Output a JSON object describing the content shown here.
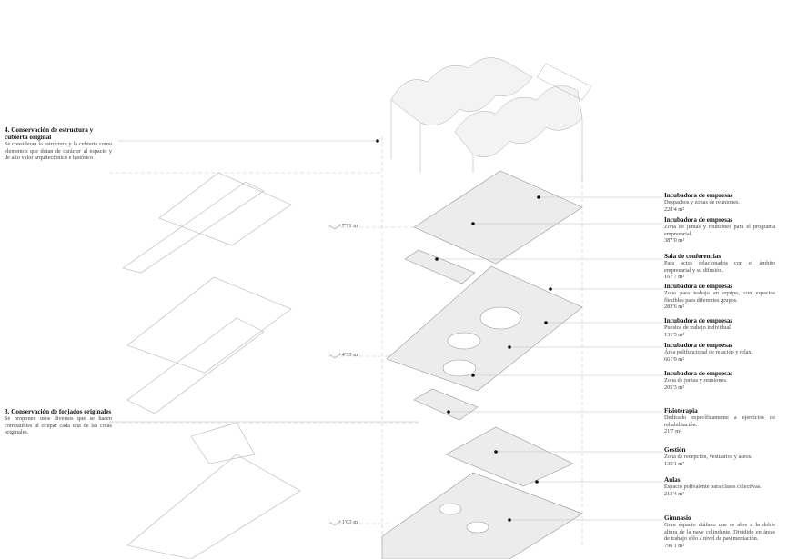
{
  "left_notes": [
    {
      "title": "4. Conservación de estructura y cubierta original",
      "text": "Se consideran la estructura y la cubierta como elementos que dotan de carácter al espacio y de alto valor arquitectónico e histórico"
    },
    {
      "title": "3. Conservación de forjados originales",
      "text": "Se proponen usos diversos que se hacen compatibles al ocupar cada una de las cotas originales."
    }
  ],
  "levels": [
    "+7'71 m",
    "+4'33 m",
    "+1'63 m"
  ],
  "spaces": [
    {
      "title": "Incubadora de empresas",
      "text": "Despachos y zonas de reuniones.",
      "area": "228'4 m²"
    },
    {
      "title": "Incubadora de empresas",
      "text": "Zona de juntas y reuniones para el programa empresarial.",
      "area": "387'0 m²"
    },
    {
      "title": "Sala de conferencias",
      "text": "Para actos relacionados con el ámbito empresarial y su difusión.",
      "area": "167'7 m²"
    },
    {
      "title": "Incubadora de empresas",
      "text": "Zona para trabajo en equipo, con espacios flexibles para diferentes grupos.",
      "area": "283'6 m²"
    },
    {
      "title": "Incubadora de empresas",
      "text": "Puestos de trabajo individual.",
      "area": "131'5 m²"
    },
    {
      "title": "Incubadora de empresas",
      "text": "Área polifuncional de relación y relax.",
      "area": "661'9 m²"
    },
    {
      "title": "Incubadora de empresas",
      "text": "Zona de juntas y reuniones.",
      "area": "205'3 m²"
    },
    {
      "title": "Fisioterapia",
      "text": "Dedicado específicamente a ejercicios de rehabilitación.",
      "area": "21'7 m²"
    },
    {
      "title": "Gestión",
      "text": "Zona de recepción, vestuarios y aseos.",
      "area": "135'1 m²"
    },
    {
      "title": "Aulas",
      "text": "Espacio polivalente para clases colectivas.",
      "area": "213'4 m²"
    },
    {
      "title": "Gimnasio",
      "text": "Gran espacio diáfano que se abre a la doble altura de la nave colindante. Dividido en áreas de trabajo sólo a nivel de pavimentación.",
      "area": "796'1 m²"
    }
  ],
  "colors": {
    "plate": "#ececec",
    "line": "#9a9a9a",
    "dot": "#111111"
  }
}
